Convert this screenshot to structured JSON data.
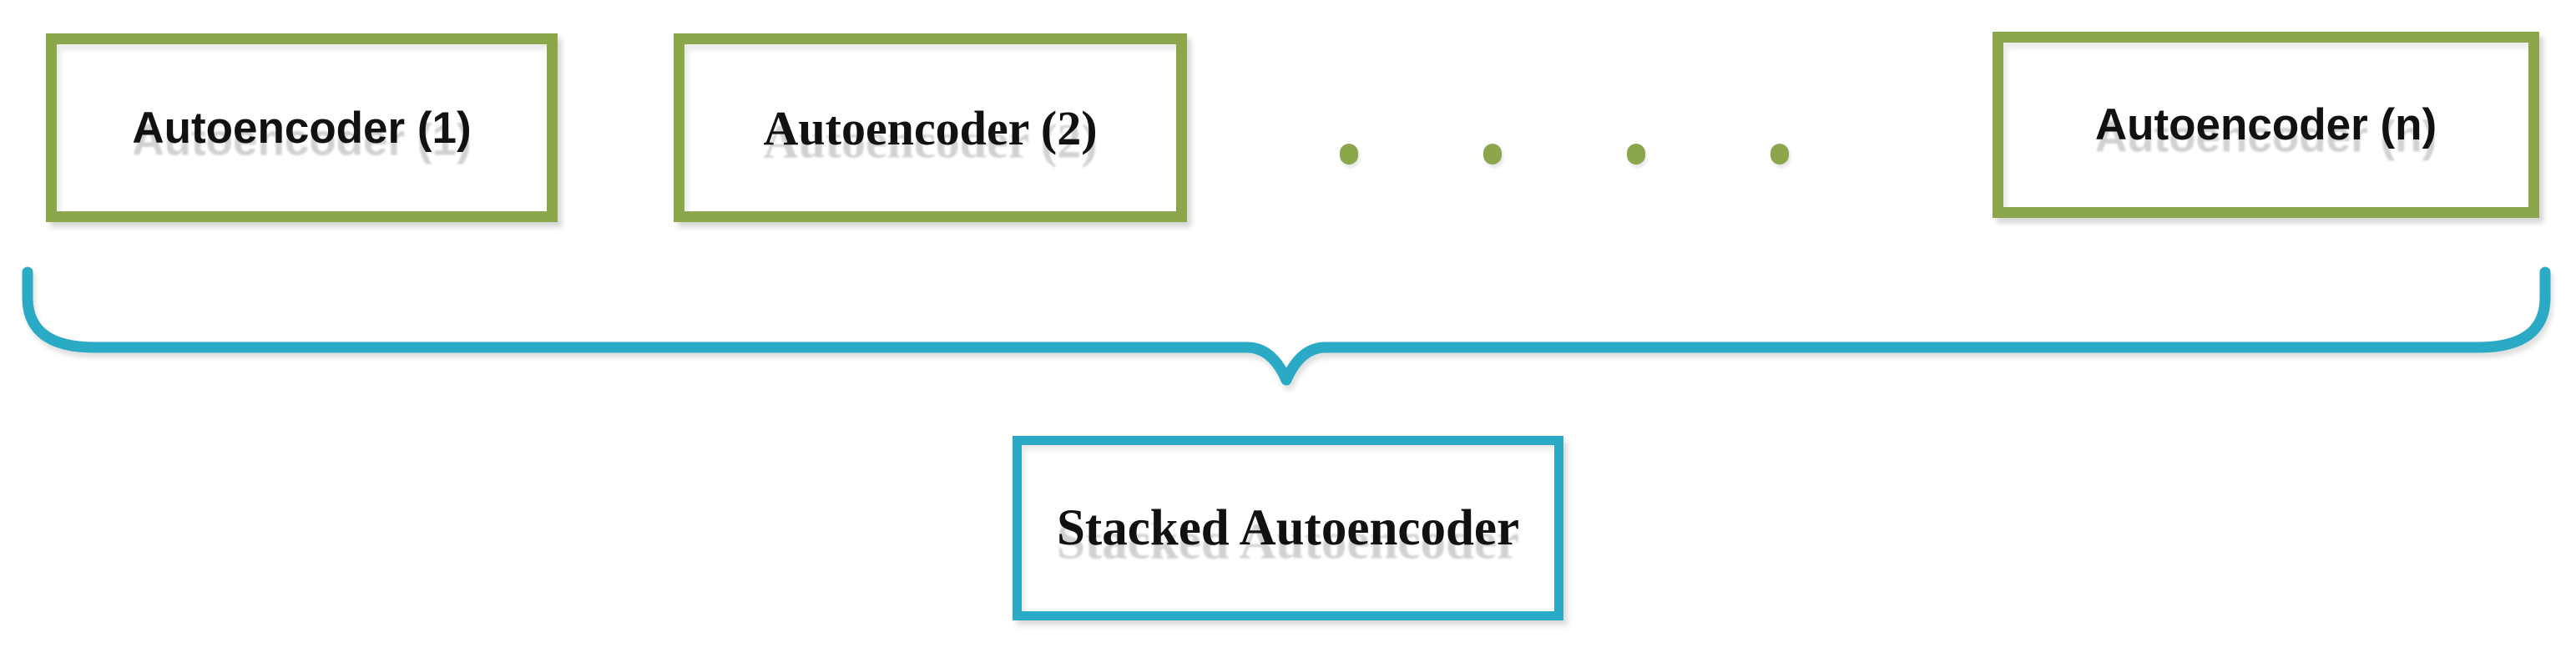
{
  "boxes": [
    {
      "label": "Autoencoder (1)"
    },
    {
      "label": "Autoencoder (2)"
    },
    {
      "label": "Autoencoder (n)"
    }
  ],
  "ellipsis": {
    "dot_count": 4
  },
  "result_box": {
    "label": "Stacked Autoencoder"
  },
  "colors": {
    "box-border": "#8CA64B",
    "accent": "#2AAAC5",
    "text": "#111111"
  }
}
